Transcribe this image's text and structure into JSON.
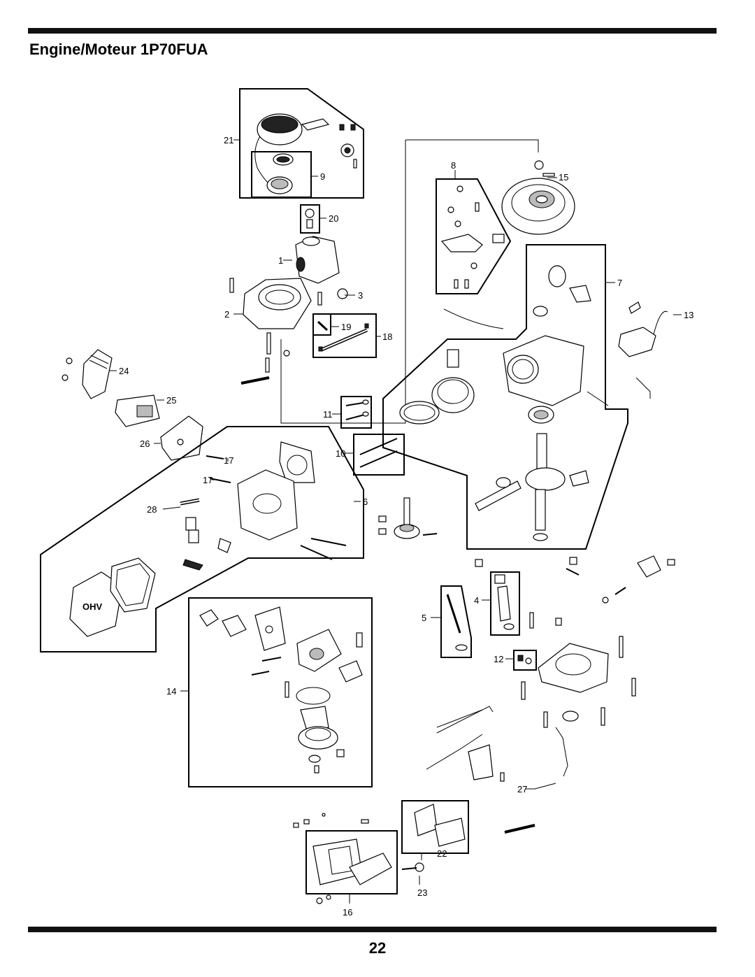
{
  "page": {
    "title": "Engine/Moteur 1P70FUA",
    "page_number": "22"
  },
  "callouts": [
    "21",
    "9",
    "20",
    "1",
    "3",
    "2",
    "19",
    "18",
    "24",
    "25",
    "26",
    "17",
    "17",
    "28",
    "11",
    "10",
    "6",
    "8",
    "15",
    "7",
    "13",
    "5",
    "4",
    "12",
    "14",
    "27",
    "22",
    "23",
    "16"
  ],
  "logo_text": "OHV"
}
